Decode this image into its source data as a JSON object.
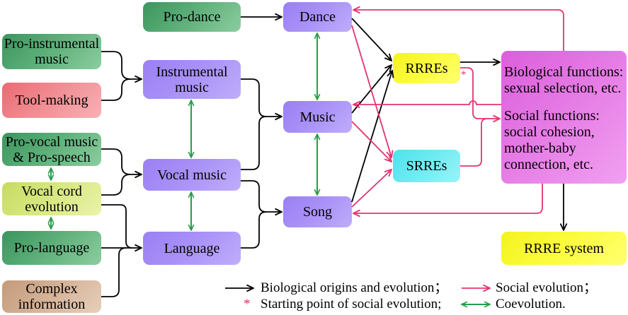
{
  "nodes": {
    "pro_dance": {
      "lines": [
        "Pro-dance"
      ]
    },
    "dance": {
      "lines": [
        "Dance"
      ]
    },
    "pro_instrumental_music": {
      "lines": [
        "Pro-instrumental",
        "music"
      ]
    },
    "tool_making": {
      "lines": [
        "Tool-making"
      ]
    },
    "pro_vocal_music_pro_speech": {
      "lines": [
        "Pro-vocal music",
        "& Pro-speech"
      ]
    },
    "vocal_cord_evolution": {
      "lines": [
        "Vocal cord",
        "evolution"
      ]
    },
    "pro_language": {
      "lines": [
        "Pro-language"
      ]
    },
    "complex_information": {
      "lines": [
        "Complex",
        "information"
      ]
    },
    "instrumental_music": {
      "lines": [
        "Instrumental",
        "music"
      ]
    },
    "vocal_music": {
      "lines": [
        "Vocal music"
      ]
    },
    "language": {
      "lines": [
        "Language"
      ]
    },
    "music": {
      "lines": [
        "Music"
      ]
    },
    "song": {
      "lines": [
        "Song"
      ]
    },
    "rrres": {
      "lines": [
        "RRREs"
      ],
      "marker": "*"
    },
    "srres": {
      "lines": [
        "SRREs"
      ]
    },
    "functions": {
      "biological": [
        "Biological functions:",
        "sexual selection, etc."
      ],
      "social": [
        "Social functions:",
        "social cohesion,",
        "mother-baby",
        "connection, etc."
      ]
    },
    "rrre_system": {
      "lines": [
        "RRRE system"
      ]
    }
  },
  "legend": {
    "biological_label": "Biological origins and evolution；",
    "social_label": "Social evolution；",
    "starting_point_symbol": "*",
    "starting_point_label": "Starting point of social evolution;",
    "coevolution_label": "Coevolution."
  },
  "colors": {
    "biological": "#000000",
    "social": "#e6336f",
    "coevolution": "#2a9d4b"
  }
}
